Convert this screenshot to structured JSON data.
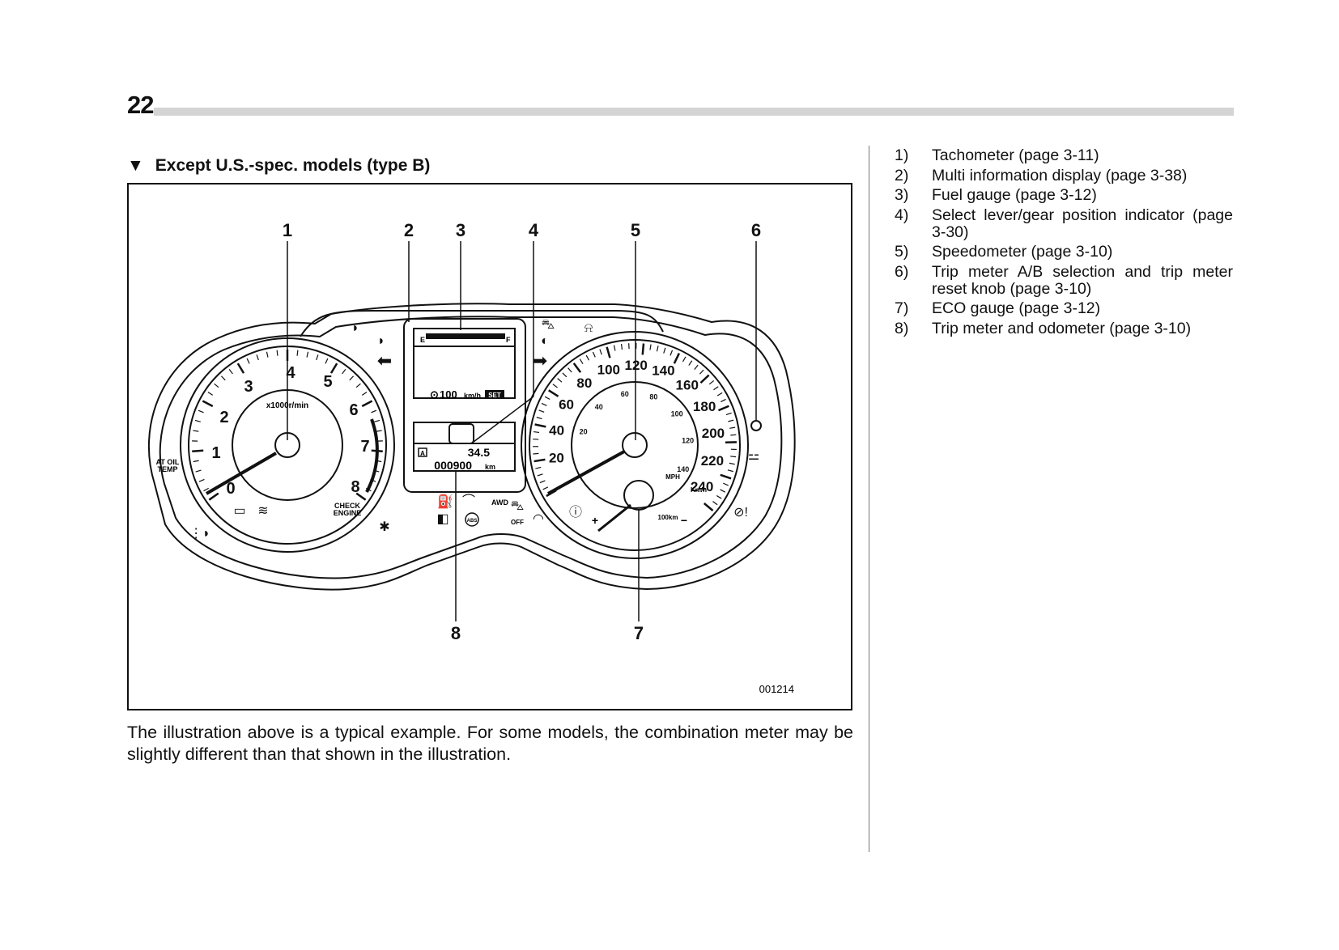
{
  "page": {
    "number": "22",
    "section_heading": "Except U.S.-spec. models (type B)",
    "heading_marker": "▼",
    "caption": "The illustration above is a typical example. For some models, the combination meter may be slightly different than that shown in the illustration."
  },
  "figure": {
    "id": "001214",
    "callouts": [
      "1",
      "2",
      "3",
      "4",
      "5",
      "6",
      "8",
      "7"
    ],
    "tachometer": {
      "scale_numbers": [
        "0",
        "1",
        "2",
        "3",
        "4",
        "5",
        "6",
        "7",
        "8"
      ],
      "unit": "x1000r/min",
      "labels": {
        "at_oil_temp_line1": "AT OIL",
        "at_oil_temp_line2": "TEMP",
        "check_engine_line1": "CHECK",
        "check_engine_line2": "ENGINE"
      }
    },
    "display": {
      "fuel_empty": "E",
      "fuel_full": "F",
      "cruise_speed": "100",
      "cruise_unit": "km/h",
      "cruise_set": "SET",
      "trip_letter": "A",
      "trip_value": "34.5",
      "odometer": "000900",
      "odometer_unit": "km",
      "awd_label": "AWD",
      "abs_label": "ABS",
      "off_label": "OFF"
    },
    "speedometer": {
      "kmh_numbers": [
        "20",
        "40",
        "60",
        "80",
        "100",
        "120",
        "140",
        "160",
        "180",
        "200",
        "220",
        "240"
      ],
      "mph_numbers": [
        "20",
        "40",
        "60",
        "80",
        "100",
        "120",
        "140"
      ],
      "mph_label": "MPH",
      "kmh_label": "Km/h",
      "eco_plus": "+",
      "eco_minus": "−",
      "eco_unit": "100km"
    }
  },
  "legend": [
    {
      "num": "1)",
      "text": "Tachometer (page 3-11)"
    },
    {
      "num": "2)",
      "text": "Multi information display (page 3-38)"
    },
    {
      "num": "3)",
      "text": "Fuel gauge (page 3-12)"
    },
    {
      "num": "4)",
      "text": "Select lever/gear position indicator (page 3-30)"
    },
    {
      "num": "5)",
      "text": "Speedometer (page 3-10)"
    },
    {
      "num": "6)",
      "text": "Trip meter A/B selection and trip meter reset knob (page 3-10)"
    },
    {
      "num": "7)",
      "text": "ECO gauge (page 3-12)"
    },
    {
      "num": "8)",
      "text": "Trip meter and odometer (page 3-10)"
    }
  ]
}
